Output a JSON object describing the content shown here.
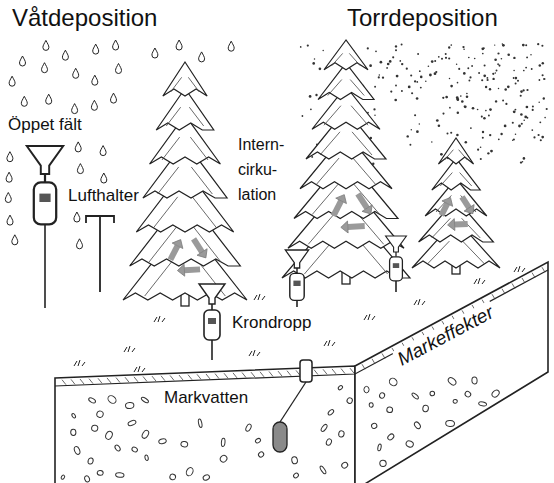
{
  "diagram": {
    "labels": [
      "Våtdeposition",
      "Torrdeposition",
      "Öppet fält",
      "Lufthalter",
      "Intern- cirku- lation",
      "Krondropp",
      "Markvatten",
      "Markeffekter"
    ]
  }
}
